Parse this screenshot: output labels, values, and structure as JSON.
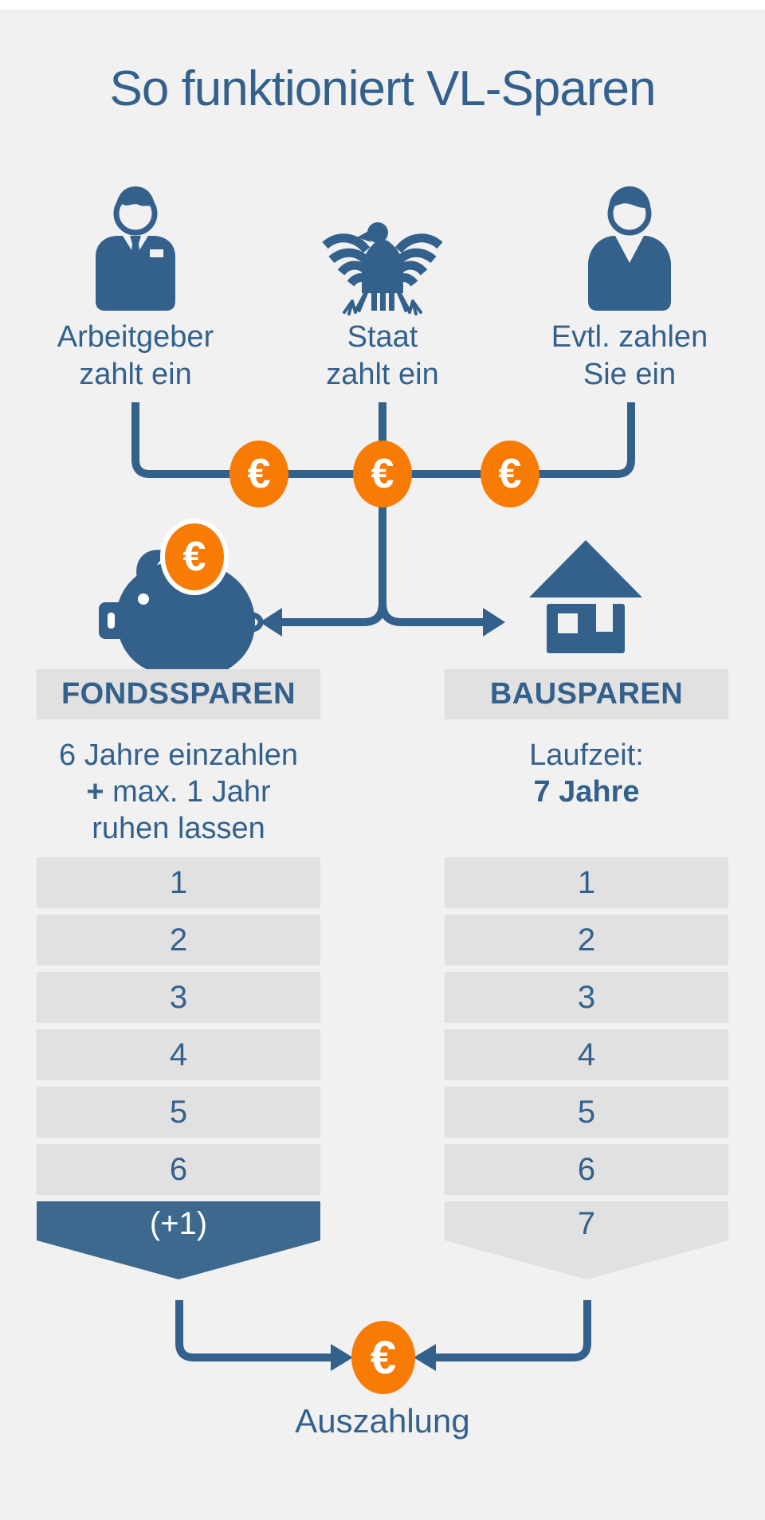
{
  "title": "So funktioniert VL-Sparen",
  "contributors": [
    {
      "id": "employer",
      "line1": "Arbeitgeber",
      "line2": "zahlt ein"
    },
    {
      "id": "state",
      "line1": "Staat",
      "line2": "zahlt ein"
    },
    {
      "id": "saver",
      "line1": "Evtl. zahlen",
      "line2": "Sie ein"
    }
  ],
  "euro_symbol": "€",
  "columns": {
    "left": {
      "header": "FONDSSPAREN",
      "desc_line1": "6 Jahre einzahlen",
      "desc_line2_plus": "+",
      "desc_line2_rest": "max. 1 Jahr",
      "desc_line3": "ruhen lassen",
      "years": [
        "1",
        "2",
        "3",
        "4",
        "5",
        "6"
      ],
      "final_year": "(+1)"
    },
    "right": {
      "header": "BAUSPAREN",
      "desc_line1": "Laufzeit:",
      "desc_line2": "7 Jahre",
      "years": [
        "1",
        "2",
        "3",
        "4",
        "5",
        "6"
      ],
      "final_year": "7"
    }
  },
  "payout": {
    "label": "Auszahlung"
  },
  "icons": [
    "employer-icon",
    "federal-eagle-icon",
    "person-icon",
    "piggy-bank-icon",
    "house-icon",
    "euro-coin-icon"
  ],
  "colors": {
    "blue": "#33618C",
    "steel_blue": "#3D698F",
    "orange": "#F87B05",
    "bar_gray": "#E1E1E1",
    "background": "#F1F1F2"
  }
}
